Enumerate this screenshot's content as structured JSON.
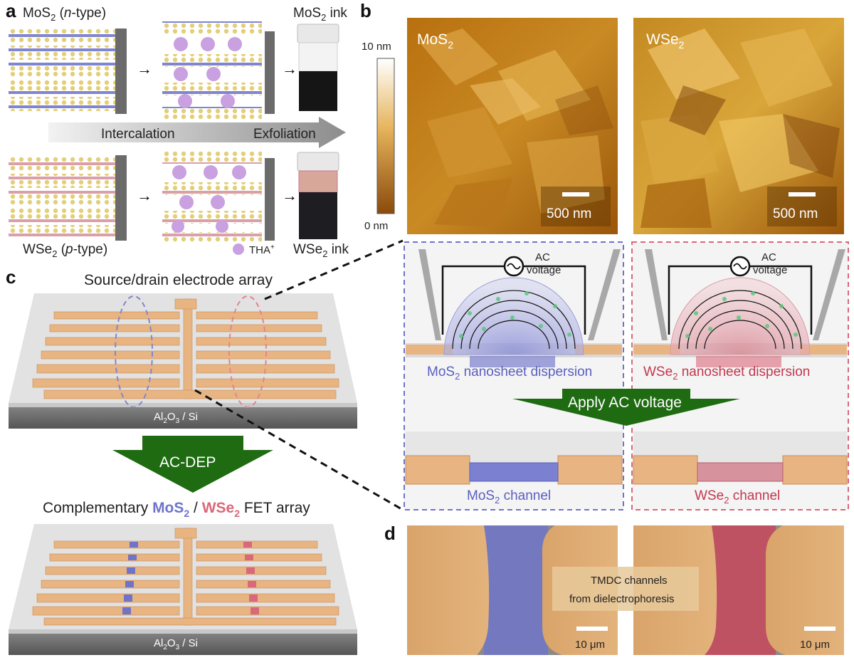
{
  "panels": {
    "a": {
      "label": "a",
      "top_material_base": "MoS",
      "top_material_sub": "2",
      "top_type": "n",
      "top_type_suffix": "-type",
      "top_ink_base": "MoS",
      "top_ink_sub": "2",
      "top_ink_word": "ink",
      "bottom_material_base": "WSe",
      "bottom_material_sub": "2",
      "bottom_type": "p",
      "bottom_type_suffix": "-type",
      "bottom_ink_base": "WSe",
      "bottom_ink_sub": "2",
      "bottom_ink_word": "ink",
      "arrow_left": "Intercalation",
      "arrow_right": "Exfoliation",
      "legend_ion": "THA",
      "legend_ion_sup": "+"
    },
    "b": {
      "label": "b",
      "colorbar_max": "10 nm",
      "colorbar_min": "0 nm",
      "left_title_base": "MoS",
      "left_title_sub": "2",
      "right_title_base": "WSe",
      "right_title_sub": "2",
      "scalebar_left": "500 nm",
      "scalebar_right": "500 nm"
    },
    "c": {
      "label": "c",
      "electrode_title": "Source/drain electrode array",
      "substrate_top": "Al2O3 / Si",
      "substrate_top_parts": [
        "Al",
        "2",
        "O",
        "3",
        " / Si"
      ],
      "arrow_label": "AC-DEP",
      "fet_title_prefix": "Complementary ",
      "fet_mos_base": "MoS",
      "fet_mos_sub": "2",
      "fet_sep": " / ",
      "fet_wse_base": "WSe",
      "fet_wse_sub": "2",
      "fet_title_suffix": " FET array",
      "substrate_bottom_parts": [
        "Al",
        "2",
        "O",
        "3",
        " / Si"
      ],
      "ac_label_left_1": "AC",
      "ac_label_left_2": "voltage",
      "ac_label_right_1": "AC",
      "ac_label_right_2": "voltage",
      "dispersion_left_base": "MoS",
      "dispersion_left_sub": "2",
      "dispersion_left_text": " nanosheet dispersion",
      "dispersion_right_base": "WSe",
      "dispersion_right_sub": "2",
      "dispersion_right_text": " nanosheet dispersion",
      "apply_label": "Apply AC voltage",
      "channel_left_base": "MoS",
      "channel_left_sub": "2",
      "channel_left_text": " channel",
      "channel_right_base": "WSe",
      "channel_right_sub": "2",
      "channel_right_text": " channel"
    },
    "d": {
      "label": "d",
      "note_line1": "TMDC channels",
      "note_line2": "from dielectrophoresis",
      "scalebar_left": "10 μm",
      "scalebar_right": "10 μm"
    }
  },
  "colors": {
    "mos2": "#6f74c9",
    "wse2": "#d9687a",
    "electrode": "#e8b582",
    "arrow_green": "#1f6b12",
    "afm_dark": "#7a3f0a",
    "afm_light": "#f0c25a"
  }
}
